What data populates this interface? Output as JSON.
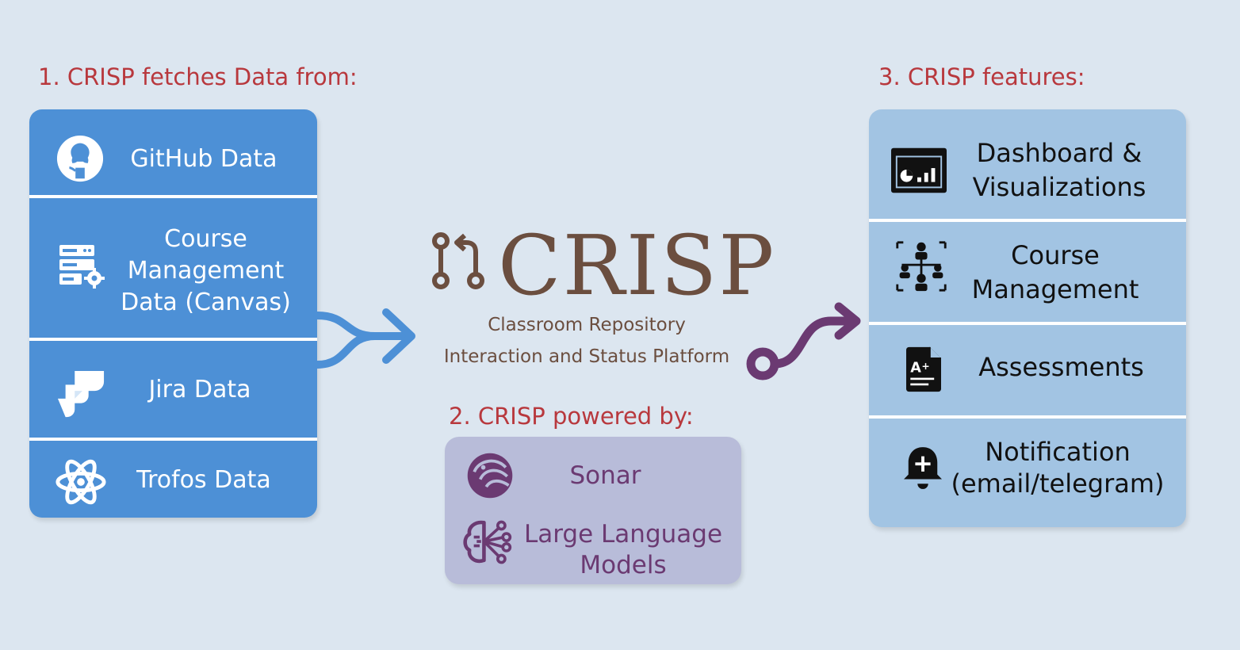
{
  "headings": {
    "step1": "1. CRISP fetches Data from:",
    "step2": "2. CRISP powered by:",
    "step3": "3. CRISP features:"
  },
  "sources": [
    {
      "label": "GitHub Data",
      "icon": "github-icon"
    },
    {
      "label": "Course\nManagement\nData (Canvas)",
      "icon": "server-settings-icon"
    },
    {
      "label": "Jira Data",
      "icon": "jira-icon"
    },
    {
      "label": "Trofos Data",
      "icon": "atom-icon"
    }
  ],
  "logo": {
    "name": "CRISP",
    "subtitle_line1": "Classroom Repository",
    "subtitle_line2": "Interaction and Status Platform"
  },
  "powered_by": [
    {
      "label": "Sonar",
      "icon": "sonar-icon"
    },
    {
      "label": "Large Language\nModels",
      "icon": "brain-circuit-icon"
    }
  ],
  "features": [
    {
      "label": "Dashboard &\nVisualizations",
      "icon": "dashboard-icon"
    },
    {
      "label": "Course\nManagement",
      "icon": "org-chart-icon"
    },
    {
      "label": "Assessments",
      "icon": "graded-document-icon"
    },
    {
      "label": "Notification\n(email/telegram)",
      "icon": "bell-plus-icon"
    }
  ],
  "colors": {
    "background": "#dce6f0",
    "heading": "#b8383d",
    "source_panel": "#4d90d6",
    "feature_panel": "#a2c4e3",
    "powered_panel": "#b8bcd9",
    "logo": "#6b4e3f",
    "output_arrow": "#6b3a72",
    "input_arrow": "#4d90d6"
  }
}
